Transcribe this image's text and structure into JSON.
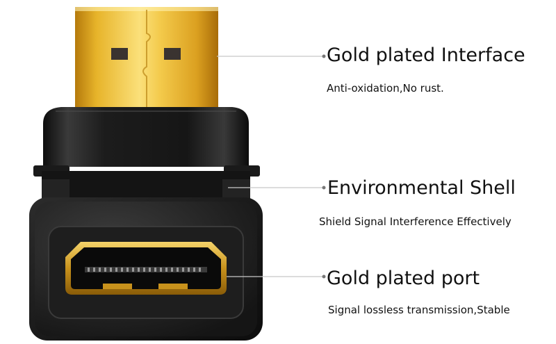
{
  "callouts": [
    {
      "title": "Gold plated Interface",
      "description": "Anti-oxidation,No rust."
    },
    {
      "title": "Environmental Shell",
      "description": "Shield Signal Interference Effectively"
    },
    {
      "title": "Gold plated port",
      "description": "Signal lossless transmission,Stable"
    }
  ],
  "colors": {
    "gold": "#d9a21b",
    "gold_light": "#f7d867",
    "shell_black": "#1b1b1b",
    "pointer_line": "#c8c8c8"
  }
}
